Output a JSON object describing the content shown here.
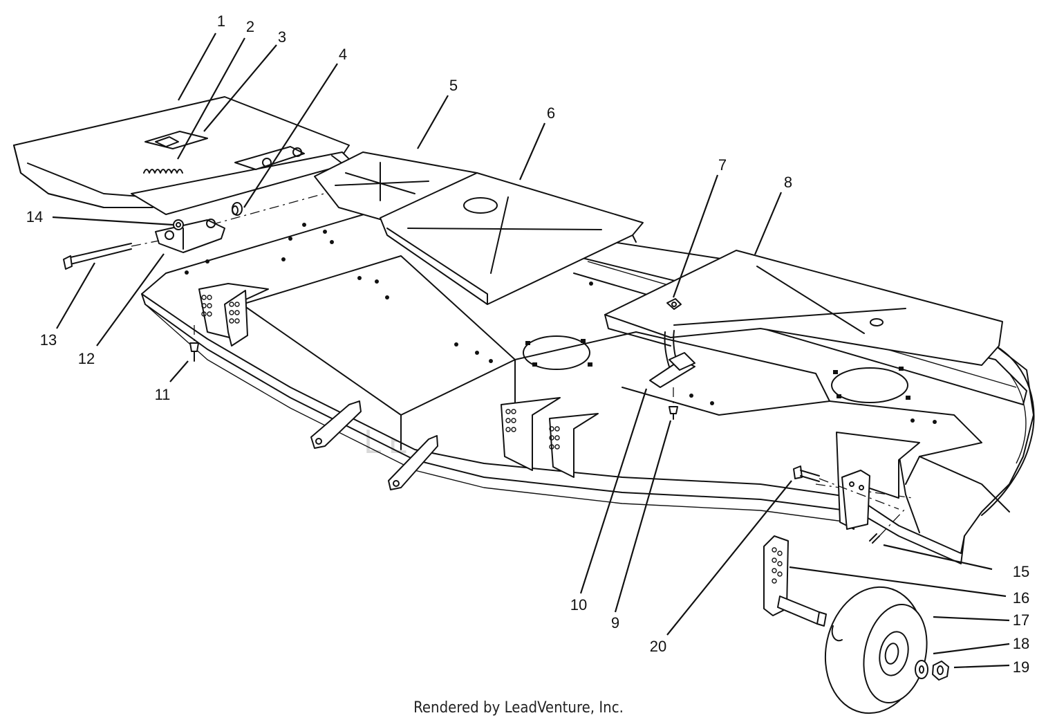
{
  "diagram": {
    "callouts": [
      {
        "id": "1",
        "label": "1"
      },
      {
        "id": "2",
        "label": "2"
      },
      {
        "id": "3",
        "label": "3"
      },
      {
        "id": "4",
        "label": "4"
      },
      {
        "id": "5",
        "label": "5"
      },
      {
        "id": "6",
        "label": "6"
      },
      {
        "id": "7",
        "label": "7"
      },
      {
        "id": "8",
        "label": "8"
      },
      {
        "id": "9",
        "label": "9"
      },
      {
        "id": "10",
        "label": "10"
      },
      {
        "id": "11",
        "label": "11"
      },
      {
        "id": "12",
        "label": "12"
      },
      {
        "id": "13",
        "label": "13"
      },
      {
        "id": "14",
        "label": "14"
      },
      {
        "id": "15",
        "label": "15"
      },
      {
        "id": "16",
        "label": "16"
      },
      {
        "id": "17",
        "label": "17"
      },
      {
        "id": "18",
        "label": "18"
      },
      {
        "id": "19",
        "label": "19"
      },
      {
        "id": "20",
        "label": "20"
      }
    ],
    "watermark": "LEADVENTURE",
    "footer": "Rendered by LeadVenture, Inc."
  }
}
